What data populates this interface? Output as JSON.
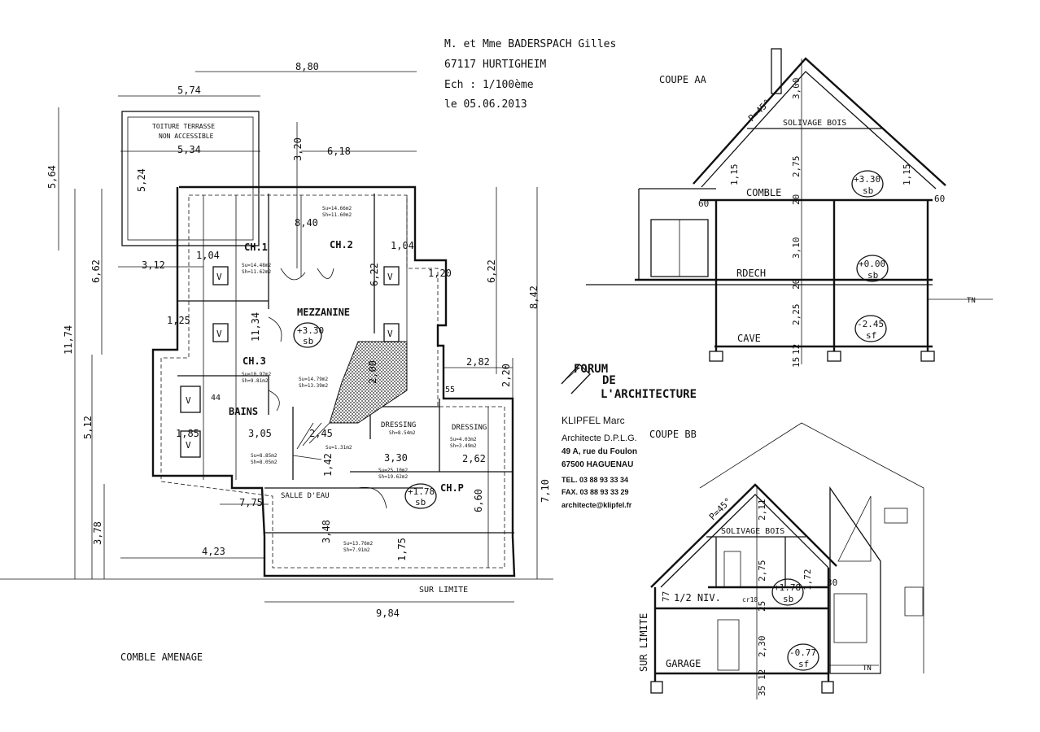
{
  "title_block": {
    "client": "M. et Mme BADERSPACH Gilles",
    "address": "67117 HURTIGHEIM",
    "scale": "Ech : 1/100ème",
    "date": "le 05.06.2013"
  },
  "architect": {
    "logo_line1": "FORUM",
    "logo_line2": "DE",
    "logo_line3": "L'ARCHITECTURE",
    "name": "KLIPFEL Marc",
    "title": "Architecte D.P.L.G.",
    "street": "49 A, rue du Foulon",
    "city": "67500 HAGUENAU",
    "tel": "TEL. 03 88 93 33 34",
    "fax": "FAX. 03 88 93 33 29",
    "email": "architecte@klipfel.fr"
  },
  "plan": {
    "caption": "COMBLE AMENAGE",
    "rooms": {
      "ch1": "CH.1",
      "ch2": "CH.2",
      "ch3": "CH.3",
      "chp": "CH.P",
      "mezzanine": "MEZZANINE",
      "bains": "BAINS",
      "dressing1": "DRESSING",
      "dressing2": "DRESSING",
      "salle_eau": "SALLE D'EAU",
      "toiture1": "TOITURE TERRASSE",
      "toiture2": "NON ACCESSIBLE",
      "sur_limite": "SUR LIMITE"
    },
    "levels": {
      "mezz_value": "+3.30",
      "mezz_tag": "sb",
      "chp_value": "+1.78",
      "chp_tag": "sb"
    },
    "dims": {
      "d880": "8,80",
      "d574": "5,74",
      "d534": "5,34",
      "d618": "6,18",
      "d320": "3,20",
      "d840": "8,40",
      "d564": "5,64",
      "d524": "5,24",
      "d1174": "11,74",
      "d662": "6,62",
      "d312": "3,12",
      "d104a": "1,04",
      "d104b": "1,04",
      "d622a": "6,22",
      "d622b": "6,22",
      "d120": "1,20",
      "d842": "8,42",
      "d125": "1,25",
      "d1134": "11,34",
      "d282": "2,82",
      "d220": "2,20",
      "d200": "2,00",
      "d512": "5,12",
      "d305": "3,05",
      "d245": "2,45",
      "d185": "1,85",
      "d142": "1,42",
      "d330": "3,30",
      "d262": "2,62",
      "d660": "6,60",
      "d710": "7,10",
      "d775": "7,75",
      "d378": "3,78",
      "d348": "3,48",
      "d175": "1,75",
      "d423": "4,23",
      "d984": "9,84",
      "d55": "55",
      "d44": "44"
    },
    "areas": {
      "a1": "Su=14.66m2",
      "a1b": "Sh=11.60m2",
      "a2": "Su=14.48m2",
      "a2b": "Sh=11.62m2",
      "a3": "Su=10.97m2",
      "a3b": "Sh=9.81m2",
      "a4": "Su=14.79m2",
      "a4b": "Sh=13.39m2",
      "a5": "Su=8.85m2",
      "a5b": "Sh=8.05m2",
      "a6": "Su=25.10m2",
      "a6b": "Sh=19.62m2",
      "a7": "Su=13.76m2",
      "a7b": "Sh=7.91m2",
      "a8": "Sh=8.54m2",
      "a9": "Su=4.03m2",
      "a9b": "Sh=3.49m2",
      "a10": "Su=1.31m2"
    }
  },
  "section_aa": {
    "title": "COUPE AA",
    "pitch": "P=45°",
    "solivage": "SOLIVAGE BOIS",
    "comble": "COMBLE",
    "rdech": "RDECH",
    "cave": "CAVE",
    "tn": "TN",
    "lvl1": "+3.30",
    "lvl1_tag": "sb",
    "lvl2": "+0.00",
    "lvl2_tag": "sb",
    "lvl3": "-2.45",
    "lvl3_tag": "sf",
    "dims": {
      "d300": "3,00",
      "d275": "2,75",
      "d310": "3,10",
      "d225": "2,25",
      "d115a": "1,15",
      "d115b": "1,15",
      "d60a": "60",
      "d60b": "60",
      "d15": "15",
      "d12": "12",
      "d20a": "20",
      "d20b": "20"
    }
  },
  "section_bb": {
    "title": "COUPE BB",
    "pitch": "P=45°",
    "solivage": "SOLIVAGE BOIS",
    "half": "1/2 NIV.",
    "garage": "GARAGE",
    "sur_limite": "SUR LIMITE",
    "tn": "TN",
    "cr": "cr18",
    "lvl1": "+1.78",
    "lvl1_tag": "sb",
    "lvl2": "-0.77",
    "lvl2_tag": "sf",
    "dims": {
      "d211": "2,11",
      "d275": "2,75",
      "d172": "1,72",
      "d230": "2,30",
      "d30": "30",
      "d77": "77",
      "d35": "35",
      "d12": "12",
      "d25": "25"
    }
  }
}
